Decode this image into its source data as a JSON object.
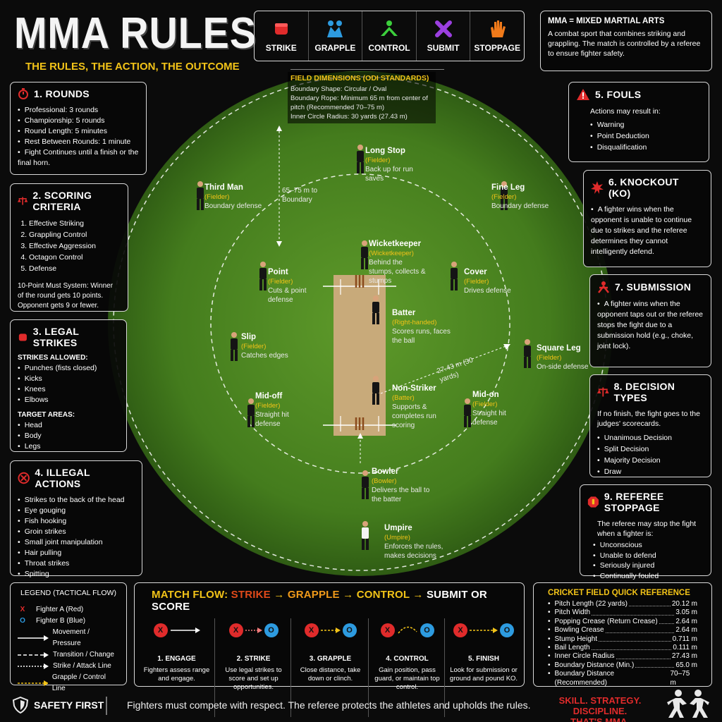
{
  "header": {
    "title": "MMA RULES",
    "subtitle": "THE RULES, THE ACTION, THE OUTCOME"
  },
  "categories": [
    {
      "label": "STRIKE",
      "icon": "fist-icon",
      "color": "#e02b2b"
    },
    {
      "label": "GRAPPLE",
      "icon": "grapple-icon",
      "color": "#2d9be0"
    },
    {
      "label": "CONTROL",
      "icon": "control-icon",
      "color": "#3ccf3c"
    },
    {
      "label": "SUBMIT",
      "icon": "submit-icon",
      "color": "#9b3fe0"
    },
    {
      "label": "STOPPAGE",
      "icon": "hand-icon",
      "color": "#f07a1a"
    }
  ],
  "definition": {
    "title": "MMA = MIXED MARTIAL ARTS",
    "text": "A combat sport that combines striking and grappling. The match is controlled by a referee to ensure fighter safety."
  },
  "rounds": {
    "title": "1. ROUNDS",
    "items": [
      "Professional: 3 rounds",
      "Championship: 5 rounds",
      "Round Length: 5 minutes",
      "Rest Between Rounds: 1 minute",
      "Fight Continues until a finish or the final horn."
    ]
  },
  "scoring": {
    "title": "2. SCORING CRITERIA",
    "items": [
      "Effective Striking",
      "Grappling Control",
      "Effective Aggression",
      "Octagon Control",
      "Defense"
    ],
    "note": "10-Point Must System: Winner of the round gets 10 points. Opponent gets 9 or fewer."
  },
  "legal": {
    "title": "3. LEGAL STRIKES",
    "allowed_label": "STRIKES ALLOWED:",
    "allowed": [
      "Punches (fists closed)",
      "Kicks",
      "Knees",
      "Elbows"
    ],
    "targets_label": "TARGET AREAS:",
    "targets": [
      "Head",
      "Body",
      "Legs"
    ]
  },
  "illegal": {
    "title": "4. ILLEGAL ACTIONS",
    "items": [
      "Strikes to the back of the head",
      "Eye gouging",
      "Fish hooking",
      "Groin strikes",
      "Small joint manipulation",
      "Hair pulling",
      "Throat strikes",
      "Spitting"
    ]
  },
  "fouls": {
    "title": "5. FOULS",
    "intro": "Actions may result in:",
    "items": [
      "Warning",
      "Point Deduction",
      "Disqualification"
    ]
  },
  "knockout": {
    "title": "6. KNOCKOUT (KO)",
    "text": "A fighter wins when the opponent is unable to continue due to strikes and the referee determines they cannot intelligently defend."
  },
  "submission": {
    "title": "7. SUBMISSION",
    "text": "A fighter wins when the opponent taps out or the referee stops the fight due to a submission hold (e.g., choke, joint lock)."
  },
  "decision": {
    "title": "8. DECISION TYPES",
    "intro": "If no finish, the fight goes to the judges' scorecards.",
    "items": [
      "Unanimous Decision",
      "Split Decision",
      "Majority Decision",
      "Draw"
    ]
  },
  "stoppage": {
    "title": "9. REFEREE STOPPAGE",
    "intro": "The referee may stop the fight when a fighter is:",
    "items": [
      "Unconscious",
      "Unable to defend",
      "Seriously injured",
      "Continually fouled"
    ]
  },
  "field": {
    "dimensions_title": "FIELD DIMENSIONS (ODI STANDARDS)",
    "dimensions": [
      "Boundary Shape: Circular / Oval",
      "Boundary Rope: Minimum 65 m from center of pitch (Recommended 70–75 m)",
      "Inner Circle Radius: 30 yards (27.43 m)"
    ],
    "boundary_note": "65–75 m to Boundary",
    "radius_note": "27.43 m (30 yards)",
    "players": [
      {
        "name": "Long Stop",
        "role": "(Fielder)",
        "desc": "Back up for run saves"
      },
      {
        "name": "Third Man",
        "role": "(Fielder)",
        "desc": "Boundary defense"
      },
      {
        "name": "Fine Leg",
        "role": "(Fielder)",
        "desc": "Boundary defense"
      },
      {
        "name": "Wicketkeeper",
        "role": "(Wicketkeeper)",
        "desc": "Behind the stumps, collects & stumps"
      },
      {
        "name": "Point",
        "role": "(Fielder)",
        "desc": "Cuts & point defense"
      },
      {
        "name": "Cover",
        "role": "(Fielder)",
        "desc": "Drives defense"
      },
      {
        "name": "Batter",
        "role": "(Right-handed)",
        "desc": "Scores runs, faces the ball"
      },
      {
        "name": "Slip",
        "role": "(Fielder)",
        "desc": "Catches edges"
      },
      {
        "name": "Square Leg",
        "role": "(Fielder)",
        "desc": "On-side defense"
      },
      {
        "name": "Mid-off",
        "role": "(Fielder)",
        "desc": "Straight hit defense"
      },
      {
        "name": "Non-Striker",
        "role": "(Batter)",
        "desc": "Supports & completes run scoring"
      },
      {
        "name": "Mid-on",
        "role": "(Fielder)",
        "desc": "Straight hit defense"
      },
      {
        "name": "Bowler",
        "role": "(Bowler)",
        "desc": "Delivers the ball to the batter"
      },
      {
        "name": "Umpire",
        "role": "(Umpire)",
        "desc": "Enforces the rules, makes decisions"
      }
    ]
  },
  "legend": {
    "title": "LEGEND (TACTICAL FLOW)",
    "fighter_a": "Fighter A (Red)",
    "fighter_b": "Fighter B (Blue)",
    "a_mark": "X",
    "b_mark": "O",
    "lines": [
      "Movement / Pressure",
      "Transition / Change",
      "Strike / Attack Line",
      "Grapple / Control Line"
    ]
  },
  "flow": {
    "title_prefix": "MATCH FLOW:",
    "t1": "STRIKE",
    "t2": "GRAPPLE",
    "t3": "CONTROL",
    "t4": "SUBMIT OR SCORE",
    "arrow": "→",
    "steps": [
      {
        "title": "1. ENGAGE",
        "desc": "Fighters assess range and engage."
      },
      {
        "title": "2. STRIKE",
        "desc": "Use legal strikes to score and set up opportunities."
      },
      {
        "title": "3. GRAPPLE",
        "desc": "Close distance, take down or clinch."
      },
      {
        "title": "4. CONTROL",
        "desc": "Gain position, pass guard, or maintain top control."
      },
      {
        "title": "5. FINISH",
        "desc": "Look for submission or ground and pound KO."
      }
    ]
  },
  "reference": {
    "title": "CRICKET FIELD QUICK REFERENCE",
    "rows": [
      {
        "label": "Pitch Length (22 yards)",
        "value": "20.12 m"
      },
      {
        "label": "Pitch Width",
        "value": "3.05 m"
      },
      {
        "label": "Popping Crease (Return Crease)",
        "value": "2.64 m"
      },
      {
        "label": "Bowling Crease",
        "value": "2.64 m"
      },
      {
        "label": "Stump Height",
        "value": "0.711 m"
      },
      {
        "label": "Bail Length",
        "value": "0.111 m"
      },
      {
        "label": "Inner Circle Radius",
        "value": "27.43 m"
      },
      {
        "label": "Boundary Distance (Min.)",
        "value": "65.0 m"
      },
      {
        "label": "Boundary Distance (Recommended)",
        "value": "70–75 m"
      }
    ]
  },
  "footer": {
    "safety": "SAFETY FIRST",
    "message": "Fighters must compete with respect. The referee protects the athletes and upholds the rules.",
    "slogan1": "SKILL. STRATEGY. DISCIPLINE.",
    "slogan2": "THAT'S MMA."
  }
}
